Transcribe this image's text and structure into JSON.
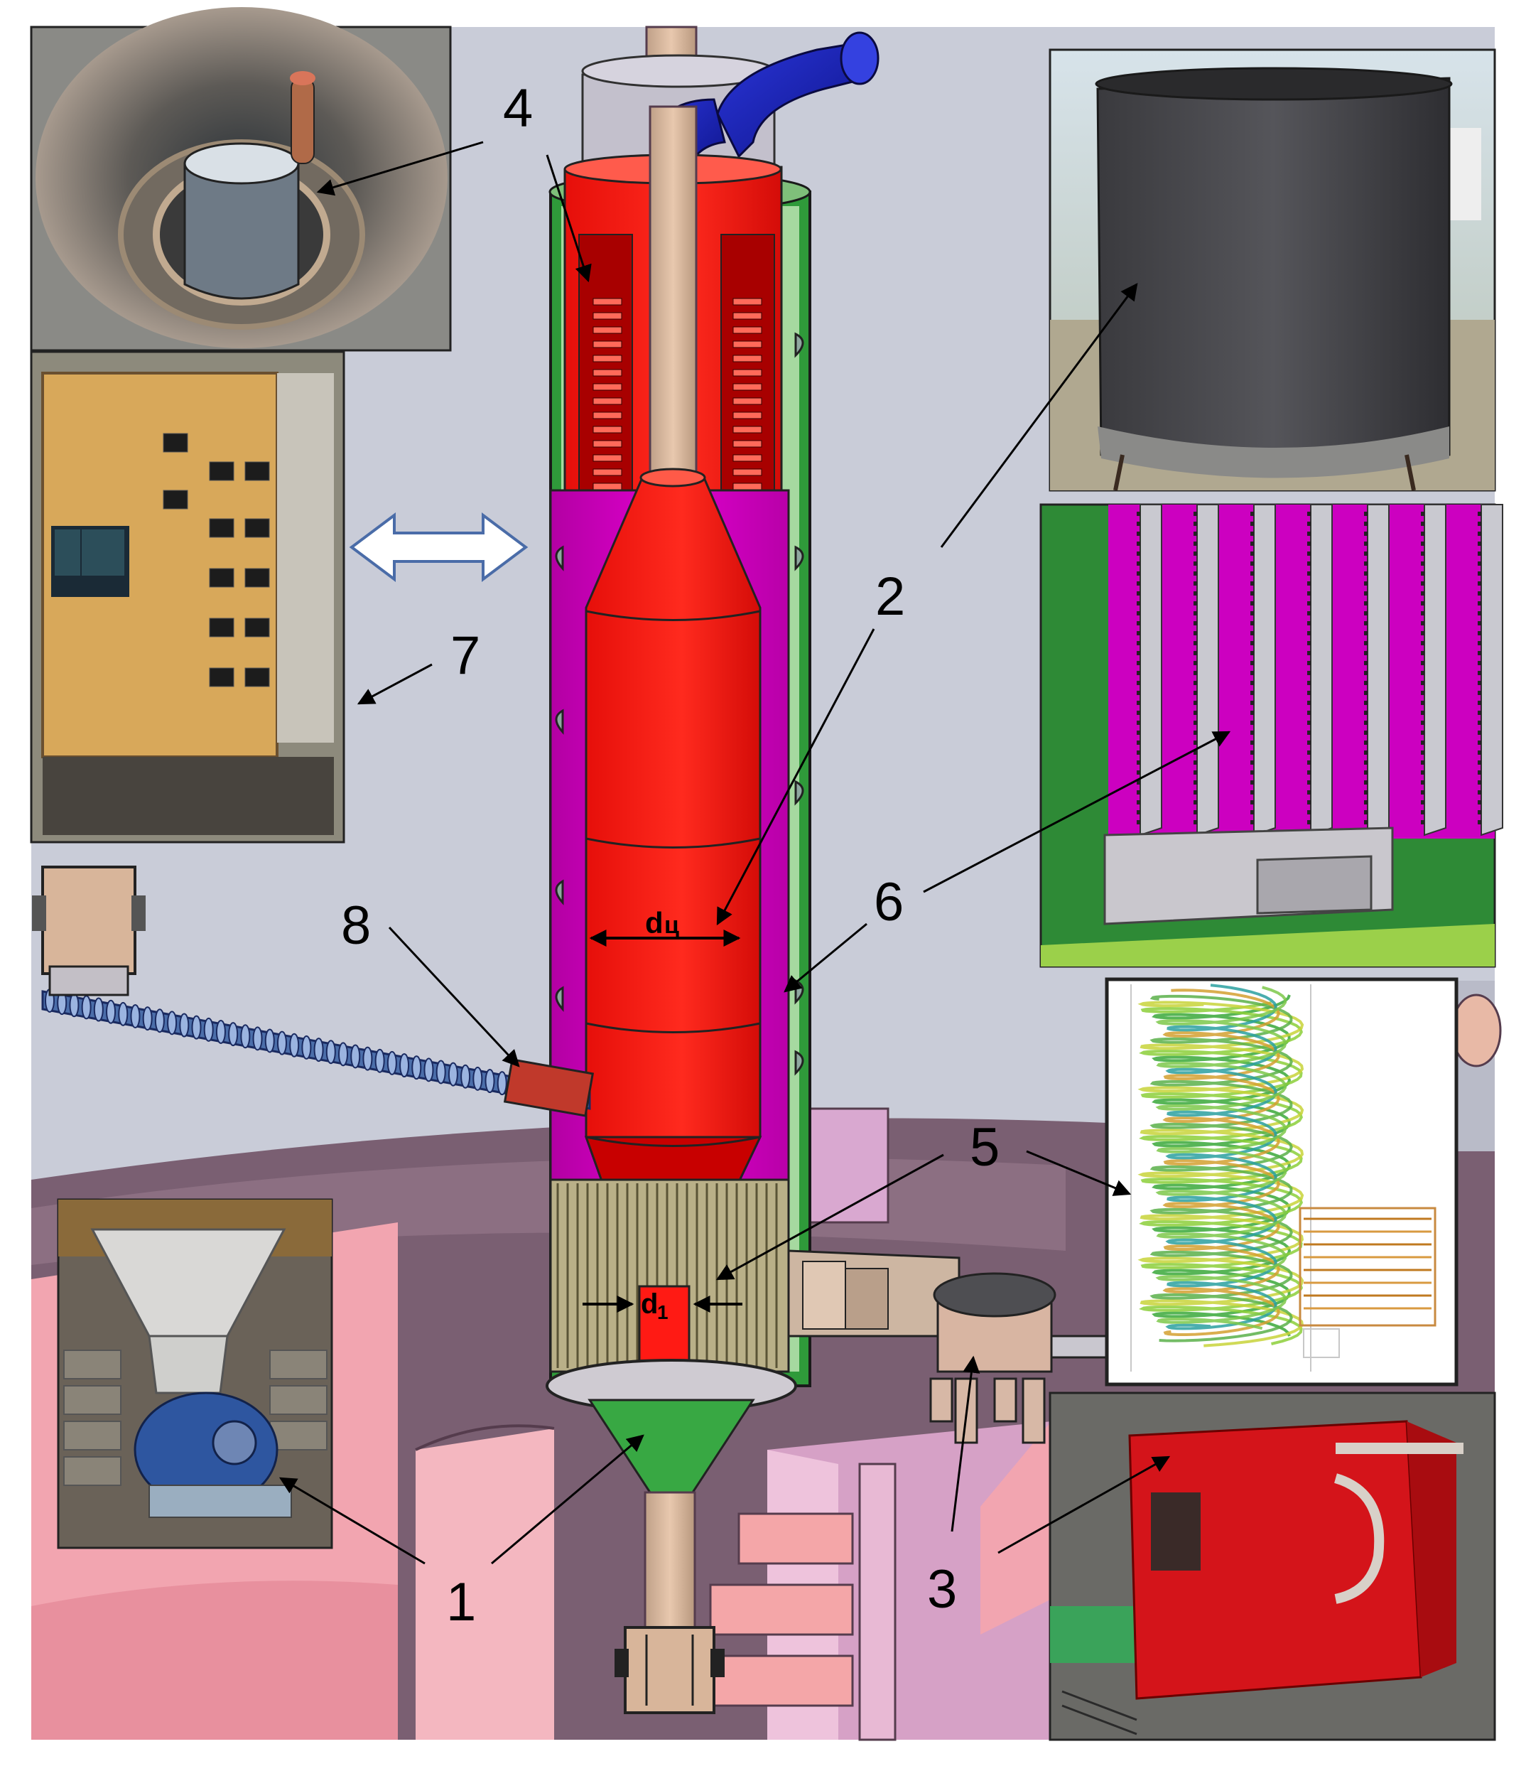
{
  "labels": {
    "n1": "1",
    "n2": "2",
    "n3": "3",
    "n4": "4",
    "n5": "5",
    "n6": "6",
    "n7": "7",
    "n8": "8",
    "d_upper": "d",
    "d_upper_sub": "ц",
    "d_lower": "d",
    "d_lower_sub": "1"
  },
  "insets": {
    "top_left_photo": "cylindrical-duct-photo",
    "control_panel_photo": "control-panel-photo",
    "top_right_photo": "dark-cylinder-photo",
    "fins_render": "fin-array-render",
    "flow_sim": "vortex-flow-simulation",
    "blower_photo": "blower-fan-photo",
    "furnace_photo": "red-furnace-photo"
  },
  "colors": {
    "background": "#c9ccd8",
    "reactor_red": "#ff1a14",
    "reactor_dark_red": "#c80000",
    "jacket_magenta": "#d400c4",
    "outer_green": "#2f9a3a",
    "floor_mauve": "#7a5f72",
    "wall_pink": "#f2a5b0",
    "pipe_blue": "#1a22b8",
    "pipe_tan": "#d8b59a"
  }
}
